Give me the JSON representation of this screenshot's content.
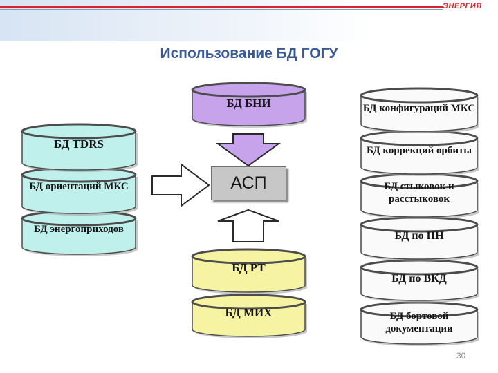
{
  "header": {
    "logo_text": "ЭНЕРГИЯ"
  },
  "title": "Использование БД ГОГУ",
  "page_number": "30",
  "center": {
    "label": "АСП"
  },
  "top_db": {
    "label": "БД БНИ"
  },
  "bottom_dbs": [
    "БД РТ",
    "БД МИХ"
  ],
  "left_dbs": [
    "БД TDRS",
    "БД ориентаций МКС",
    "БД энергоприходов"
  ],
  "right_dbs": [
    "БД конфигураций МКС",
    "БД коррекций орбиты",
    "БД стыковок и расстыковок",
    "БД по ПН",
    "БД по ВКД",
    "БД бортовой документации"
  ],
  "colors": {
    "teal": "#bff0ec",
    "purple": "#c7a3ec",
    "yellow": "#f6f4a2",
    "white": "#fafafa",
    "rim": "#4c4c4c",
    "asp_fill": "#c7c7c7"
  }
}
